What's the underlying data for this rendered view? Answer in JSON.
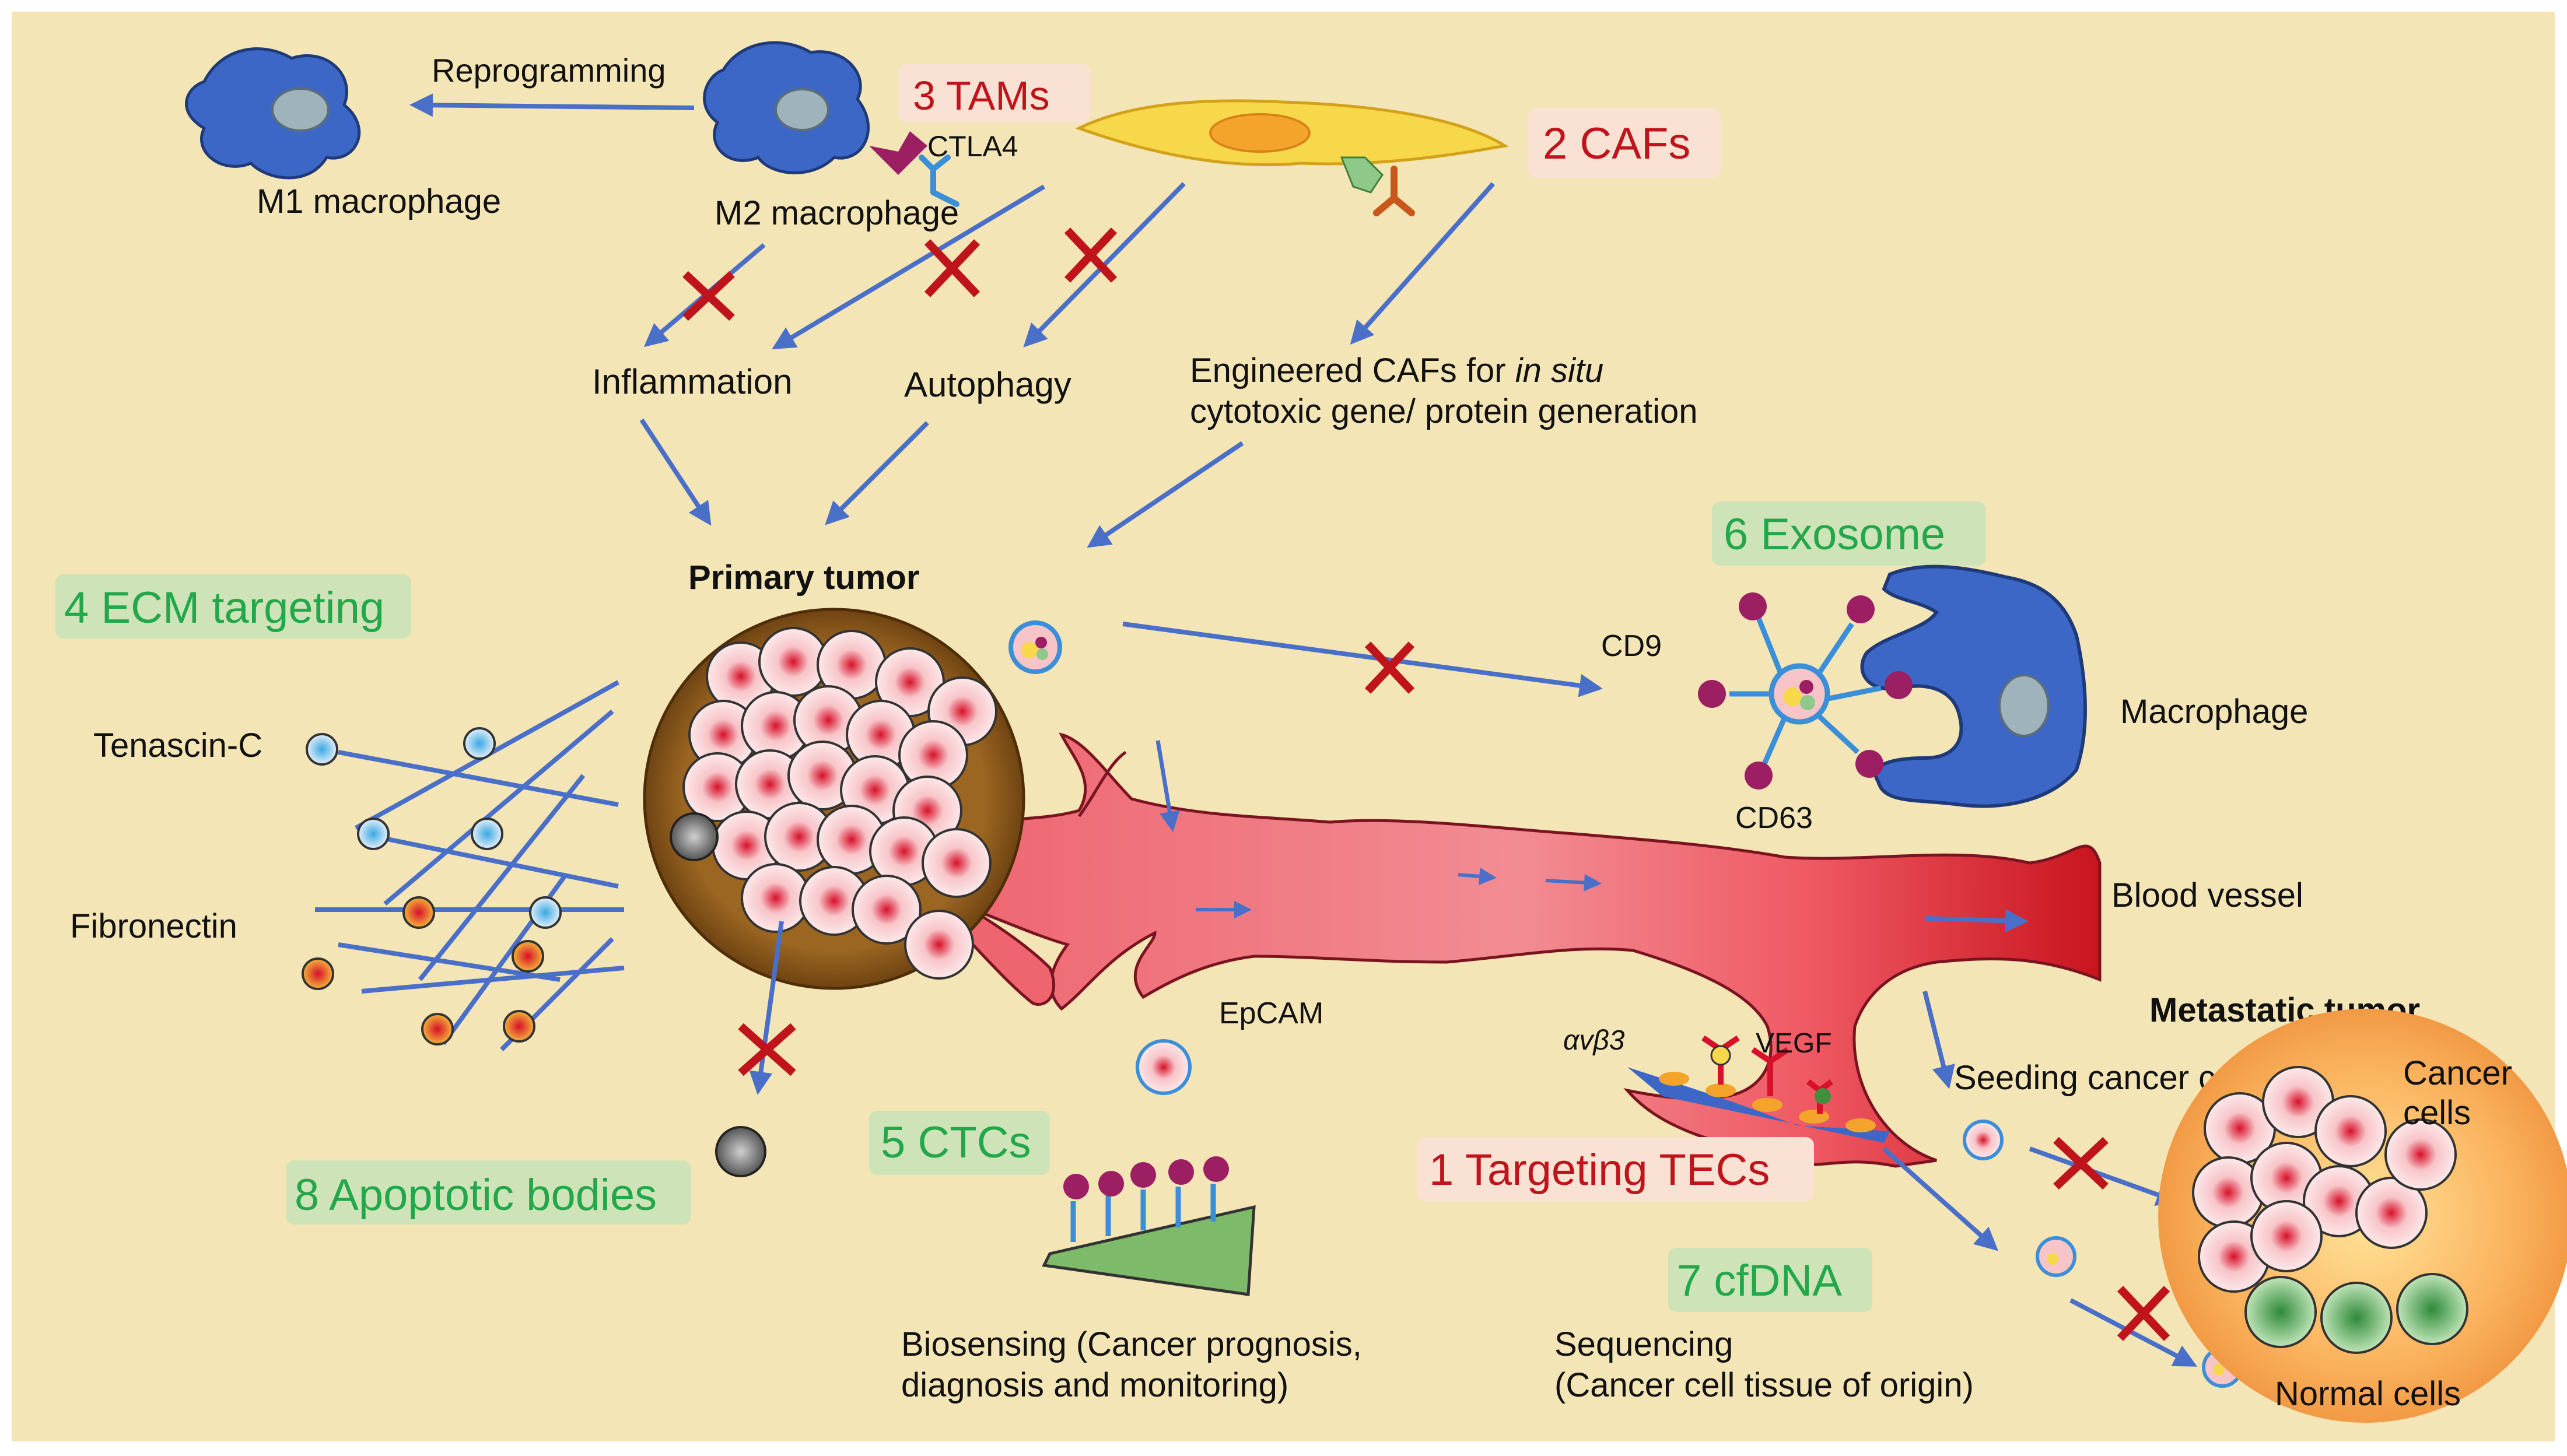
{
  "colors": {
    "background": "#f3e5b5",
    "arrow": "#4a6fc9",
    "cross": "#c0141c",
    "red_label": "#c0141c",
    "green_label": "#22a84a",
    "red_box": "#f9e1d4",
    "green_box": "#cfe3b8",
    "macrophage": "#3d67c7",
    "tumor_ring": "#8b5a1e",
    "vessel": "#e04a55"
  },
  "macrophages": {
    "m1_label": "M1 macrophage",
    "m2_label": "M2 macrophage",
    "reprogramming": "Reprogramming",
    "ctla4": "CTLA4"
  },
  "numbered_labels": {
    "tecs": "1 Targeting TECs",
    "cafs": "2 CAFs",
    "tams": "3 TAMs",
    "ecm": "4 ECM targeting",
    "ctcs": "5 CTCs",
    "exosome": "6 Exosome",
    "cfdna": "7 cfDNA",
    "apoptotic": "8 Apoptotic bodies"
  },
  "processes": {
    "inflammation": "Inflammation",
    "autophagy": "Autophagy",
    "engineered_line1": "Engineered CAFs for ",
    "engineered_italic": "in situ",
    "engineered_line2": "cytotoxic gene/ protein generation"
  },
  "tumor": {
    "primary": "Primary tumor",
    "metastatic": "Metastatic tumor",
    "cancer_line1": "Cancer",
    "cancer_line2": "cells",
    "normal": "Normal cells"
  },
  "ecm": {
    "tenascin": "Tenascin-C",
    "fibronectin": "Fibronectin"
  },
  "exosome": {
    "cd9": "CD9",
    "cd63": "CD63",
    "macrophage": "Macrophage"
  },
  "vessel": {
    "label": "Blood vessel",
    "avb3": "αvβ3",
    "vegf": "VEGF",
    "seeding": "Seeding cancer cells",
    "epcam": "EpCAM"
  },
  "captions": {
    "biosensing_line1": "Biosensing (Cancer prognosis,",
    "biosensing_line2": "diagnosis and monitoring)",
    "sequencing_line1": "Sequencing",
    "sequencing_line2": "(Cancer cell tissue of origin)"
  }
}
